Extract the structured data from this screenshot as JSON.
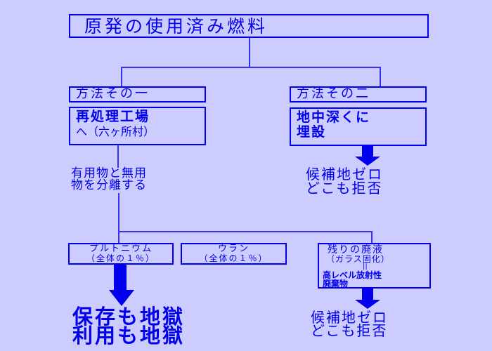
{
  "title": "原発の使用済み燃料",
  "method1": {
    "label": "方法その一",
    "box_line1": "再処理工場",
    "box_line2": "へ（六ヶ所村）",
    "sep_line1": "有用物と無用",
    "sep_line2": "物を分離する"
  },
  "method2": {
    "label": "方法その二",
    "box_line1": "地中深くに",
    "box_line2": "埋設",
    "result_line1": "候補地ゼロ",
    "result_line2": "どこも拒否"
  },
  "plutonium": {
    "line1": "プルトニウム",
    "line2": "（全体の１％）"
  },
  "uranium": {
    "line1": "ウラン",
    "line2": "（全体の１％）"
  },
  "waste": {
    "line1": "残りの廃液",
    "line2": "（ガラス固化）",
    "equals": "||",
    "line3": "高レベル放射性",
    "line4": "廃棄物",
    "result_line1": "候補地ゼロ",
    "result_line2": "どこも拒否"
  },
  "conclusion": {
    "line1": "保存も地獄",
    "line2": "利用も地獄"
  },
  "colors": {
    "background": "#ccccff",
    "text": "#0000ee"
  }
}
